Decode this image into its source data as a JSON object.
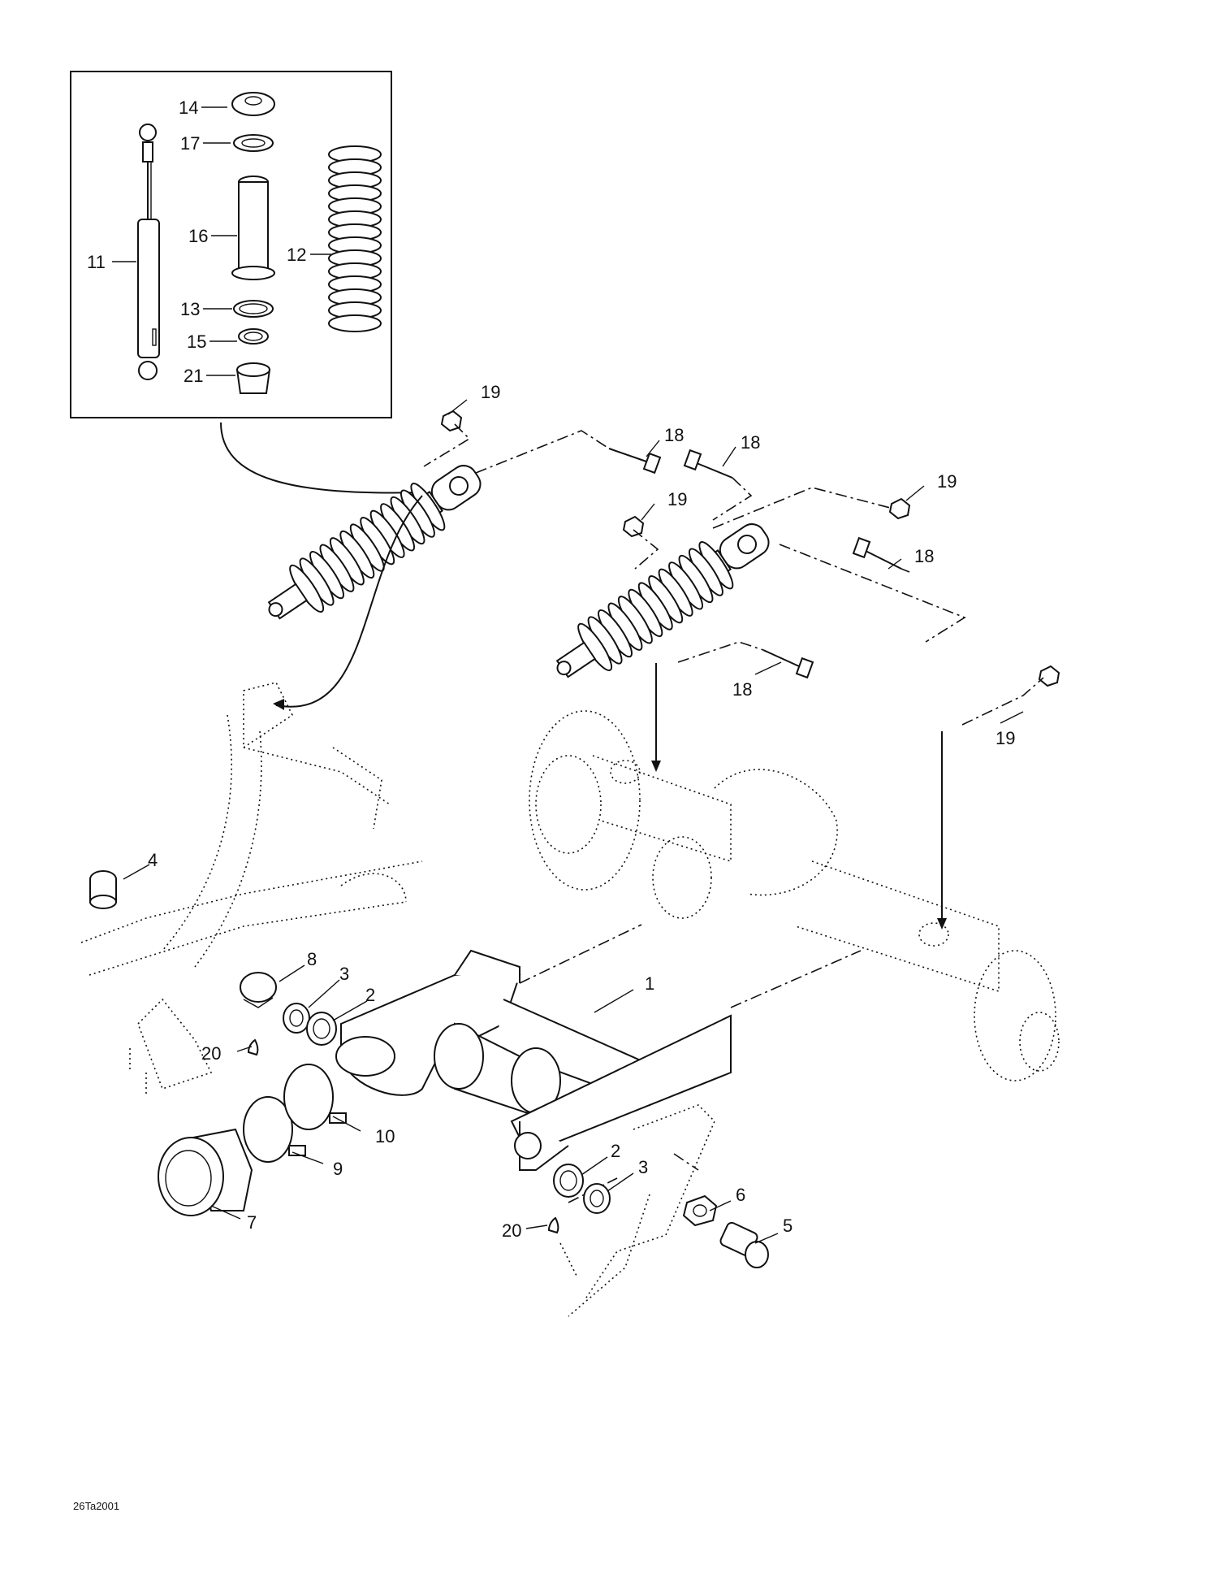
{
  "diagram": {
    "code": "26Ta2001",
    "callouts": [
      {
        "id": "c14",
        "label": "14"
      },
      {
        "id": "c17",
        "label": "17"
      },
      {
        "id": "c16",
        "label": "16"
      },
      {
        "id": "c12",
        "label": "12"
      },
      {
        "id": "c11",
        "label": "11"
      },
      {
        "id": "c13",
        "label": "13"
      },
      {
        "id": "c15",
        "label": "15"
      },
      {
        "id": "c21",
        "label": "21"
      },
      {
        "id": "c19a",
        "label": "19"
      },
      {
        "id": "c18a",
        "label": "18"
      },
      {
        "id": "c18b",
        "label": "18"
      },
      {
        "id": "c19b",
        "label": "19"
      },
      {
        "id": "c19c",
        "label": "19"
      },
      {
        "id": "c18c",
        "label": "18"
      },
      {
        "id": "c18d",
        "label": "18"
      },
      {
        "id": "c19d",
        "label": "19"
      },
      {
        "id": "c4",
        "label": "4"
      },
      {
        "id": "c8",
        "label": "8"
      },
      {
        "id": "c3a",
        "label": "3"
      },
      {
        "id": "c2a",
        "label": "2"
      },
      {
        "id": "c1",
        "label": "1"
      },
      {
        "id": "c20a",
        "label": "20"
      },
      {
        "id": "c10",
        "label": "10"
      },
      {
        "id": "c9",
        "label": "9"
      },
      {
        "id": "c7",
        "label": "7"
      },
      {
        "id": "c2b",
        "label": "2"
      },
      {
        "id": "c3b",
        "label": "3"
      },
      {
        "id": "c20b",
        "label": "20"
      },
      {
        "id": "c6",
        "label": "6"
      },
      {
        "id": "c5",
        "label": "5"
      }
    ]
  }
}
